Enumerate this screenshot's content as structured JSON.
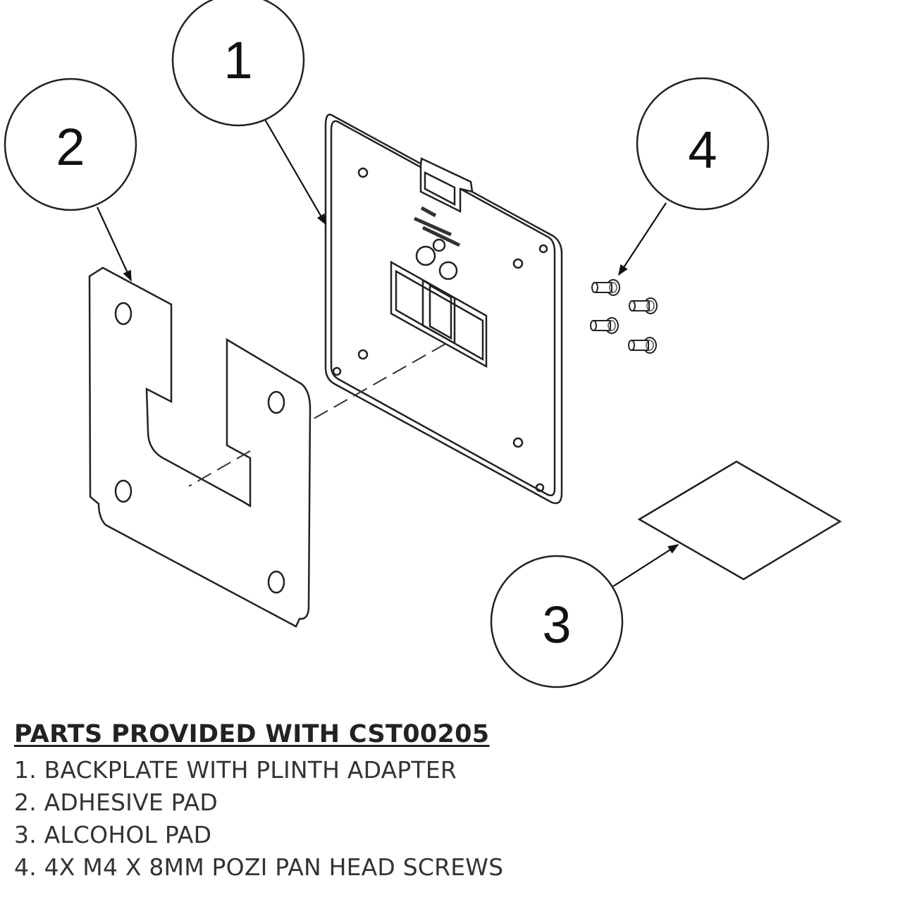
{
  "balloons": [
    {
      "number": "1",
      "part": "backplate"
    },
    {
      "number": "2",
      "part": "adhesive-pad"
    },
    {
      "number": "3",
      "part": "alcohol-pad"
    },
    {
      "number": "4",
      "part": "screws"
    }
  ],
  "parts": {
    "title": "PARTS PROVIDED WITH CST00205",
    "items": [
      "1. BACKPLATE WITH PLINTH ADAPTER",
      "2. ADHESIVE PAD",
      "3. ALCOHOL PAD",
      "4. 4X M4 X 8MM POZI PAN HEAD SCREWS"
    ]
  }
}
